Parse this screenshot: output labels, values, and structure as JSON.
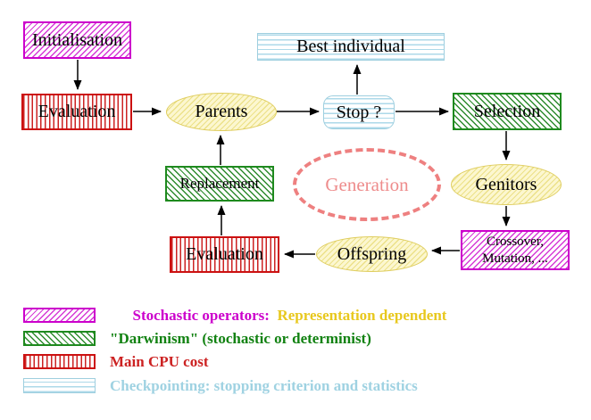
{
  "diagram": {
    "nodes": {
      "initialisation": "Initialisation",
      "evaluation_top": "Evaluation",
      "parents": "Parents",
      "best_individual": "Best individual",
      "stop": "Stop ?",
      "selection": "Selection",
      "replacement": "Replacement",
      "generation": "Generation",
      "genitors": "Genitors",
      "evaluation_bottom": "Evaluation",
      "offspring": "Offspring",
      "crossover_line1": "Crossover,",
      "crossover_line2": "Mutation, ..."
    },
    "flow": [
      "Initialisation -> Evaluation",
      "Evaluation -> Parents",
      "Parents -> Stop ?",
      "Stop ? -> Best individual",
      "Stop ? -> Selection",
      "Selection -> Genitors",
      "Genitors -> Crossover, Mutation, ...",
      "Crossover, Mutation, ... -> Offspring",
      "Offspring -> Evaluation",
      "Evaluation -> Replacement",
      "Replacement -> Parents"
    ]
  },
  "legend": {
    "stochastic_label": "Stochastic operators:",
    "representation_label": "Representation dependent",
    "darwinism_label": "\"Darwinism\" (stochastic or determinist)",
    "cpu_label": "Main CPU cost",
    "checkpointing_label": "Checkpointing: stopping criterion and statistics"
  },
  "colors": {
    "magenta": "#cc00cc",
    "green": "#1e8a1e",
    "red": "#cc2222",
    "cyan_border": "#9fcfdf",
    "cyan_text": "#9fd2e2",
    "yellow_border": "#dfcd5e",
    "yellow_fill": "#fcf7d0",
    "gold_text": "#e8c81e",
    "pink_dashed": "#ee8080",
    "arrow": "#000000"
  }
}
